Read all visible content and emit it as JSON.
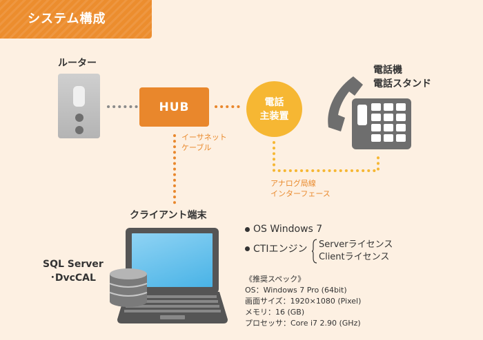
{
  "title": "システム構成",
  "nodes": {
    "router": "ルーター",
    "hub": "HUB",
    "pbx": [
      "電話",
      "主装置"
    ],
    "phone": [
      "電話機",
      "電話スタンド"
    ],
    "client": "クライアント端末",
    "sql": [
      "SQL Server",
      "･DvcCAL"
    ]
  },
  "links": {
    "ethernet": [
      "イーサネット",
      "ケーブル"
    ],
    "analog": [
      "アナログ局線",
      "インターフェース"
    ]
  },
  "features": {
    "os": "OS Windows 7",
    "cti": "CTIエンジン",
    "licenses": [
      "Serverライセンス",
      "Clientライセンス"
    ]
  },
  "specs": {
    "heading": "《推奨スペック》",
    "lines": [
      "OS：Windows 7 Pro (64bit)",
      "画面サイズ：1920×1080 (Pixel)",
      "メモリ：16 (GB)",
      "プロセッサ：Core i7 2.90 (GHz)"
    ]
  },
  "colors": {
    "background": "#fdf0e2",
    "orange": "#e9872c",
    "yellow": "#f6b733",
    "device_gray": "#6e6e6e",
    "screen_blue": "#49b3e6"
  }
}
